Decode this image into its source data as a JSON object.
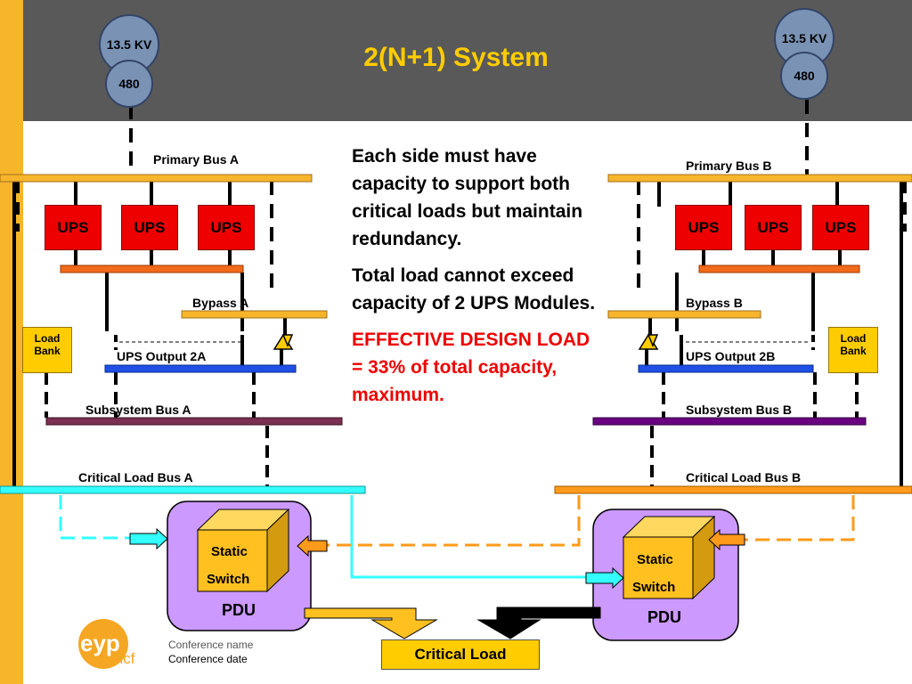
{
  "title": "2(N+1) System",
  "feeds": {
    "a": {
      "kv": "13.5 KV",
      "v": "480"
    },
    "b": {
      "kv": "13.5 KV",
      "v": "480"
    }
  },
  "side_a": {
    "primary_bus": "Primary  Bus A",
    "ups": [
      "UPS",
      "UPS",
      "UPS"
    ],
    "bypass": "Bypass A",
    "ups_output": "UPS Output 2A",
    "load_bank": [
      "Load",
      "Bank"
    ],
    "subsystem_bus": "Subsystem Bus A",
    "critical_load_bus": "Critical Load Bus A"
  },
  "side_b": {
    "primary_bus": "Primary Bus B",
    "ups": [
      "UPS",
      "UPS",
      "UPS"
    ],
    "bypass": "Bypass B",
    "ups_output": "UPS Output 2B",
    "load_bank": [
      "Load",
      "Bank"
    ],
    "subsystem_bus": "Subsystem Bus B",
    "critical_load_bus": "Critical Load Bus B"
  },
  "static_switch": [
    "Static",
    "Switch"
  ],
  "pdu": "PDU",
  "critical_load": "Critical Load",
  "notes": {
    "p1": "Each side must have capacity to support both critical loads but maintain redundancy.",
    "p2": "Total load cannot exceed capacity of 2 UPS Modules.",
    "p3": "EFFECTIVE DESIGN LOAD = 33% of total capacity, maximum."
  },
  "footer": {
    "conference_name": "Conference name",
    "conference_date": "Conference date",
    "logo_main": "eyp",
    "logo_sub": "mcf"
  },
  "colors": {
    "header_bg": "#595959",
    "left_stripe": "#f7b52c",
    "title": "#ffcc00",
    "ups": "#ee0000",
    "primary_bus": "#f7b52c",
    "ups_bus": "#f26a1b",
    "ups_output_bus": "#1e50e6",
    "subsystem_bus_a": "#7a3050",
    "subsystem_bus_b": "#6a0080",
    "critical_bus_a": "#33ffff",
    "critical_bus_b": "#ff9a1a",
    "pdu": "#cc99ff",
    "static_switch": "#ffc020",
    "warning_text": "#ee0000",
    "logo": "#f5a623"
  }
}
